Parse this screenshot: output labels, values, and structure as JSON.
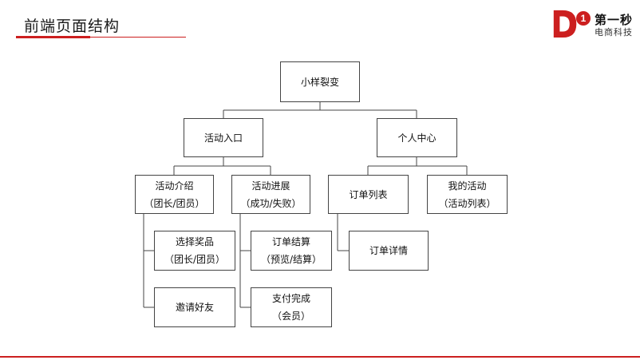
{
  "page": {
    "title": "前端页面结构"
  },
  "logo": {
    "mark": "D1",
    "name": "第一秒",
    "subtitle": "电商科技"
  },
  "tree": {
    "root": {
      "label": "小样裂变"
    },
    "activity_entry": {
      "label": "活动入口"
    },
    "personal_center": {
      "label": "个人中心"
    },
    "activity_intro": {
      "line1": "活动介绍",
      "line2": "（团长/团员）"
    },
    "activity_progress": {
      "line1": "活动进展",
      "line2": "（成功/失败）"
    },
    "order_list": {
      "label": "订单列表"
    },
    "my_activities": {
      "line1": "我的活动",
      "line2": "（活动列表）"
    },
    "select_prize": {
      "line1": "选择奖品",
      "line2": "（团长/团员）"
    },
    "invite_friends": {
      "label": "邀请好友"
    },
    "order_settlement": {
      "line1": "订单结算",
      "line2": "（预览/结算）"
    },
    "payment_complete": {
      "line1": "支付完成",
      "line2": "（会员）"
    },
    "order_detail": {
      "label": "订单详情"
    }
  },
  "colors": {
    "accent": "#cc1f1f",
    "line": "#444444"
  }
}
